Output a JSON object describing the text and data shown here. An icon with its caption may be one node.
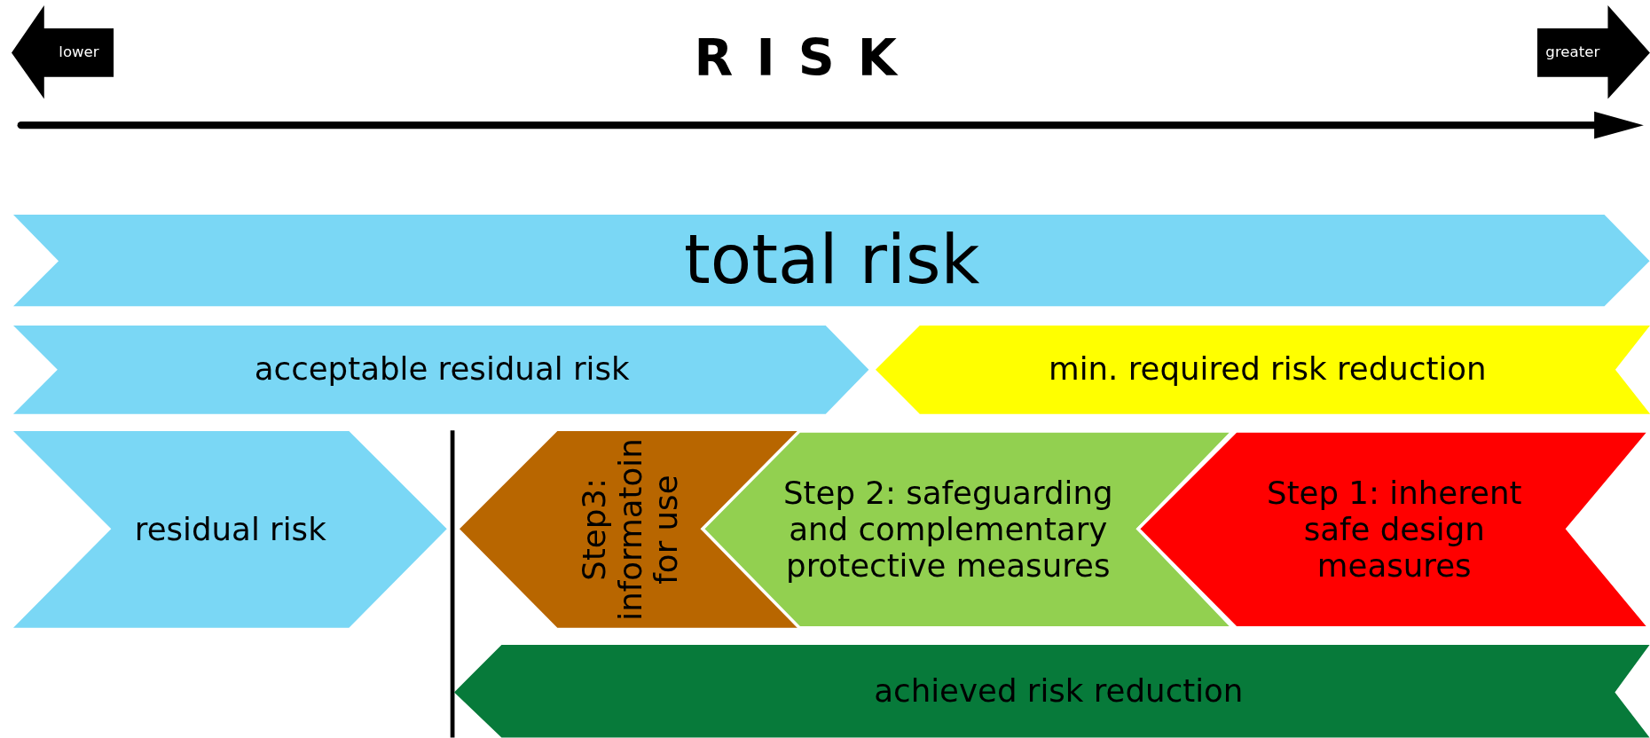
{
  "diagram": {
    "title": "RISK",
    "nodes": [
      {
        "text": [
          "lower"
        ]
      },
      {
        "text": [
          "greater"
        ]
      },
      {
        "text": [
          "total risk"
        ]
      },
      {
        "text": [
          "acceptable residual risk"
        ]
      },
      {
        "text": [
          "min. required risk reduction"
        ]
      },
      {
        "text": [
          "residual risk"
        ]
      },
      {
        "text": [
          "Step3: informatoin for use"
        ]
      },
      {
        "text": [
          "Step 2: safeguarding and complementary protective measures"
        ]
      },
      {
        "text": [
          "Step 1: inherent safe design measures"
        ]
      },
      {
        "text": [
          "achieved risk reduction"
        ]
      }
    ],
    "edges": []
  }
}
